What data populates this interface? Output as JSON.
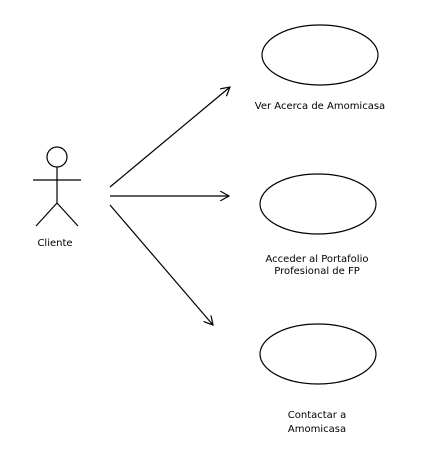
{
  "actor": {
    "label": "Cliente"
  },
  "use_cases": [
    {
      "lines": [
        "Ver Acerca de Amomicasa"
      ]
    },
    {
      "lines": [
        "Acceder al Portafolio",
        "Profesional de FP"
      ]
    },
    {
      "lines": [
        "Contactar a",
        "Amomicasa"
      ]
    }
  ],
  "colors": {
    "stroke": "#000000",
    "background": "#ffffff"
  }
}
